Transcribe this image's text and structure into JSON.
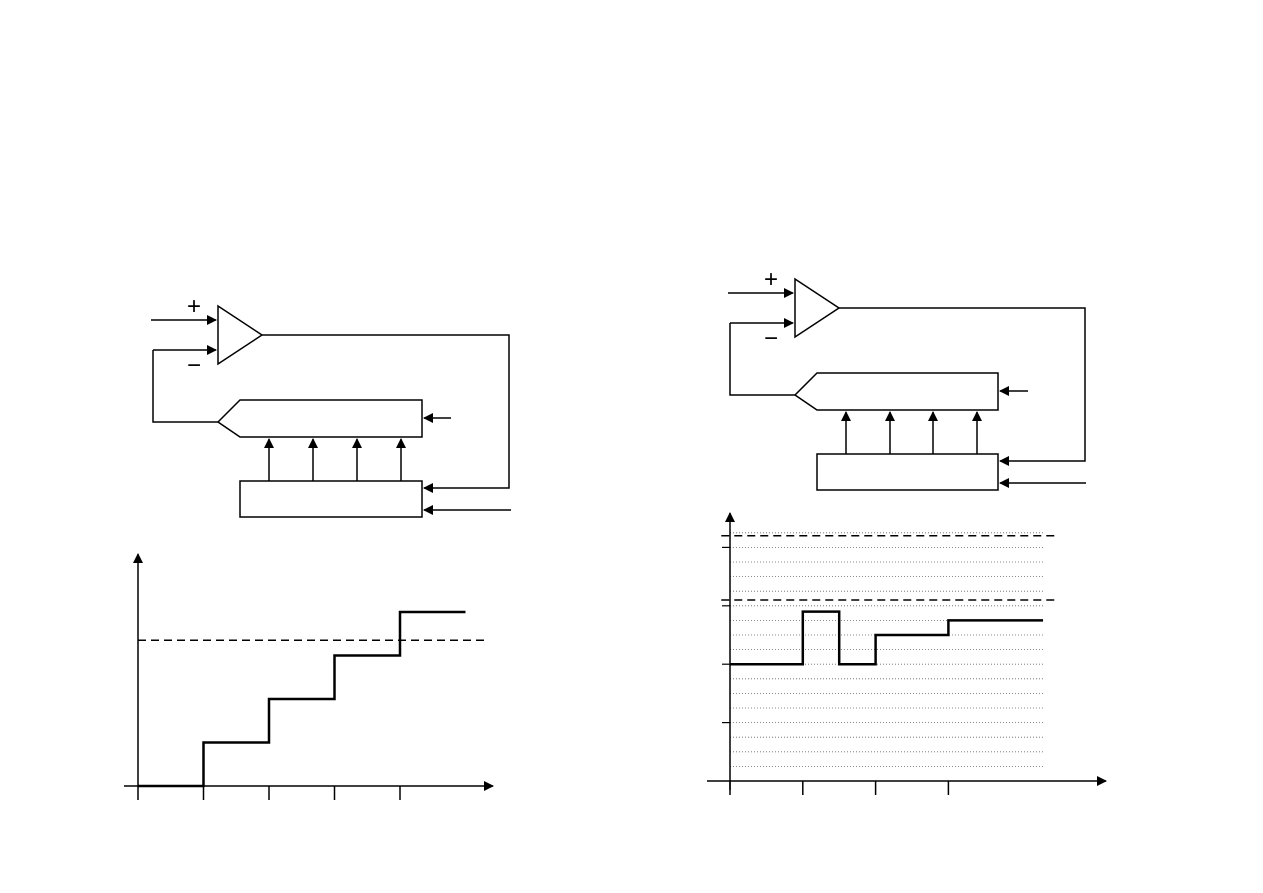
{
  "diagrams": {
    "left": {
      "comparator": {
        "plus_sign": "+",
        "minus_sign": "−"
      }
    },
    "right": {
      "comparator": {
        "plus_sign": "+",
        "minus_sign": "−"
      }
    }
  },
  "chart_data": [
    {
      "type": "line",
      "title": "",
      "xlabel": "",
      "ylabel": "",
      "x_ticks": [
        0,
        1,
        2,
        3,
        4
      ],
      "step_x": [
        0,
        1,
        2,
        3,
        4,
        5
      ],
      "step_y": [
        0,
        1,
        2,
        3,
        4,
        4
      ],
      "threshold": 3.35,
      "xlim": [
        0,
        5.3
      ],
      "ylim": [
        0,
        5
      ],
      "grid": false
    },
    {
      "type": "line",
      "title": "",
      "xlabel": "",
      "ylabel": "",
      "x_ticks": [
        0,
        1,
        2,
        3
      ],
      "y_ticks": [
        1,
        2,
        3,
        4
      ],
      "step_x": [
        0,
        1,
        1.5,
        2,
        3,
        4.3
      ],
      "step_y": [
        2,
        2.9,
        2,
        2.5,
        2.75,
        2.75
      ],
      "thresholds": [
        3.1,
        4.2
      ],
      "xlim": [
        0,
        5.3
      ],
      "ylim": [
        0,
        4.6
      ],
      "grid": true
    }
  ]
}
